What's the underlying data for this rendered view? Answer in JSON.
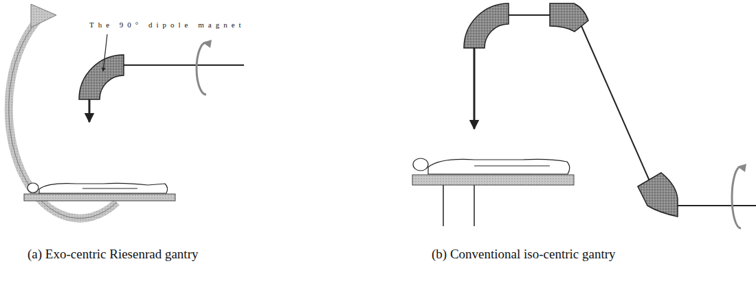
{
  "diagram": {
    "labels": [
      "The 90° dipole magnet",
      "(a) Exo-centric Riesenrad gantry",
      "(b) Conventional iso-centric gantry"
    ]
  }
}
